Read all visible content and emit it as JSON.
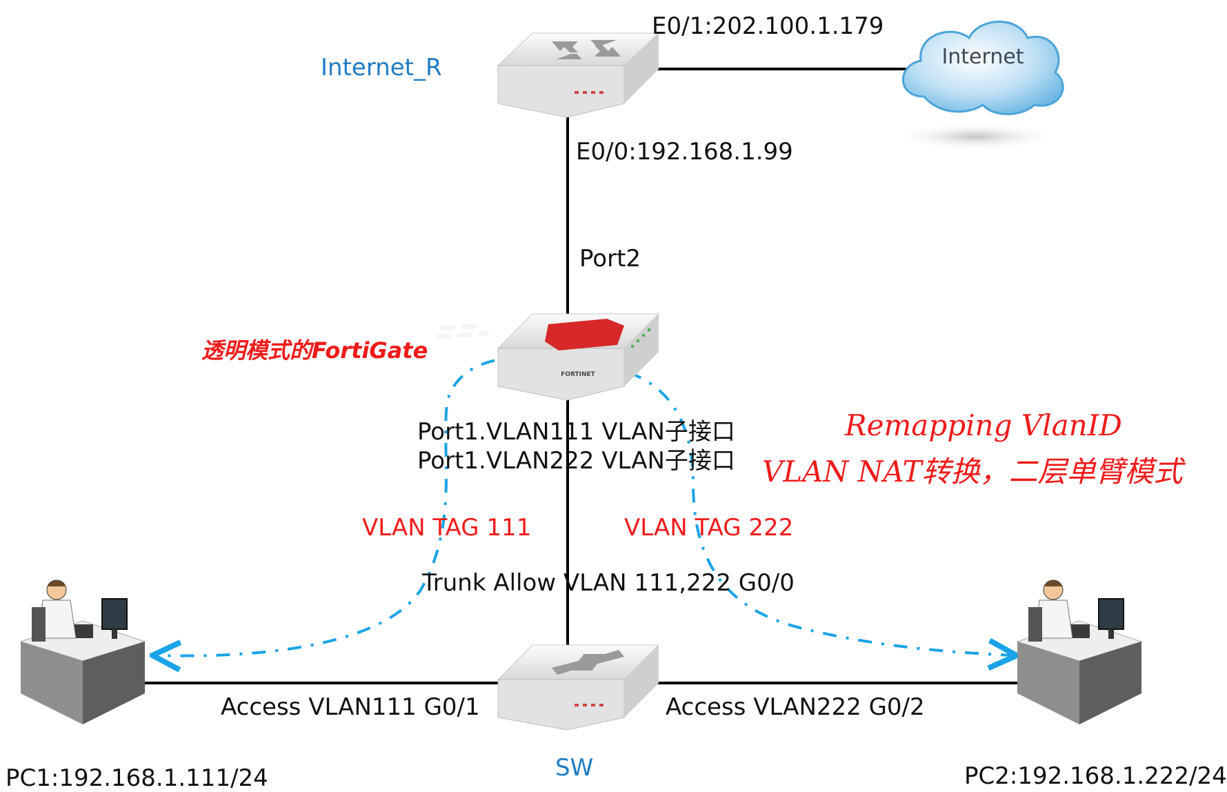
{
  "devices": {
    "router": {
      "name": "Internet_R",
      "if_wan": "E0/1:202.100.1.179",
      "if_lan": "E0/0:192.168.1.99"
    },
    "cloud": {
      "label": "Internet"
    },
    "firewall": {
      "title": "透明模式的FortiGate",
      "uplink_port": "Port2",
      "subif_1": "Port1.VLAN111 VLAN子接口",
      "subif_2": "Port1.VLAN222 VLAN子接口",
      "brand": "FORTINET"
    },
    "switch": {
      "name": "SW",
      "trunk": "Trunk Allow VLAN 111,222 G0/0",
      "access_left": "Access VLAN111 G0/1",
      "access_right": "Access VLAN222 G0/2"
    },
    "pc1": {
      "label": "PC1:192.168.1.111/24"
    },
    "pc2": {
      "label": "PC2:192.168.1.222/24"
    }
  },
  "flows": {
    "tag_left": "VLAN TAG 111",
    "tag_right": "VLAN TAG 222"
  },
  "note": {
    "line1": "Remapping VlanID",
    "line2": "VLAN NAT转换，二层单臂模式"
  },
  "colors": {
    "label_blue": "#1f7bc4",
    "accent_red": "#ef1a1a",
    "flow_blue": "#1aa3e8",
    "link_black": "#000000"
  }
}
